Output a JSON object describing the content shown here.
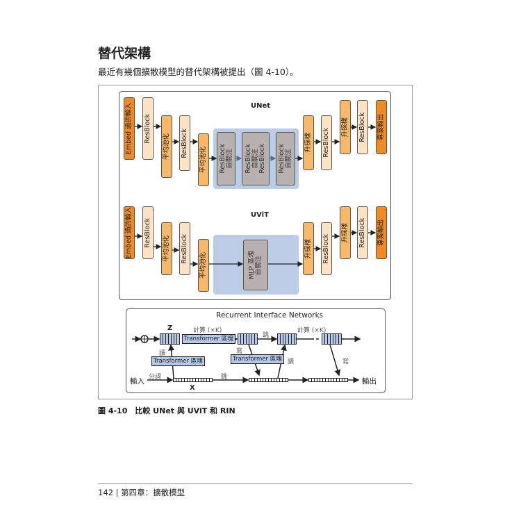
{
  "section_title": "替代架構",
  "paragraph": "最近有幾個擴散模型的替代架構被提出（圖 4-10）。",
  "unet": {
    "label": "UNet",
    "blocks": [
      "Embed 過的輸入",
      "ResBlock",
      "平均池化",
      "ResBlock",
      "平均池化",
      "ResBlock\n自關注",
      "ResBlock\n自關注\nResBlock",
      "ResBlock\n自關注",
      "升採樣",
      "ResBlock",
      "升採樣",
      "ResBlock",
      "專案輸出"
    ]
  },
  "uvit": {
    "label": "UViT",
    "blocks": [
      "Embed 過的輸入",
      "ResBlock",
      "平均池化",
      "ResBlock",
      "平均池化",
      "MLP 區塊\n自關注",
      "升採樣",
      "ResBlock",
      "升採樣",
      "ResBlock",
      "專案輸出"
    ]
  },
  "rin": {
    "title": "Recurrent Interface Networks",
    "z": "Z",
    "x": "X",
    "compute1": "計算 (×K)",
    "compute2": "計算 (×K)",
    "transformer_top": "Transformer 區塊",
    "transformer_left": "Transformer 區塊",
    "transformer_mid": "Transformer 區塊",
    "skip_top": "跳",
    "skip_bottom": "跳",
    "read1": "讀",
    "read2": "讀",
    "write1": "寫",
    "write2": "寫",
    "input": "輸入",
    "tokenize": "分詞",
    "output": "輸出"
  },
  "caption": "圖 4-10　比較 UNet 與 UViT 和 RIN",
  "footer": "142 | 第四章：擴散模型"
}
